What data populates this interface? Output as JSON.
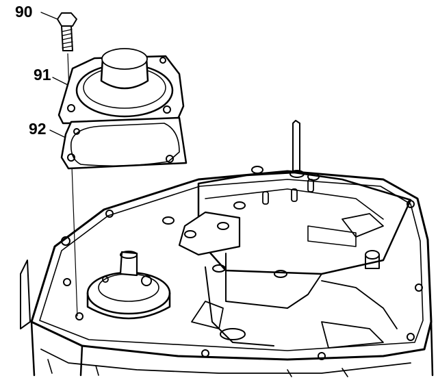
{
  "callouts": [
    {
      "id": "90",
      "text": "90"
    },
    {
      "id": "91",
      "text": "91"
    },
    {
      "id": "92",
      "text": "92"
    }
  ],
  "colors": {
    "ink": "#000000",
    "paper": "#ffffff"
  }
}
